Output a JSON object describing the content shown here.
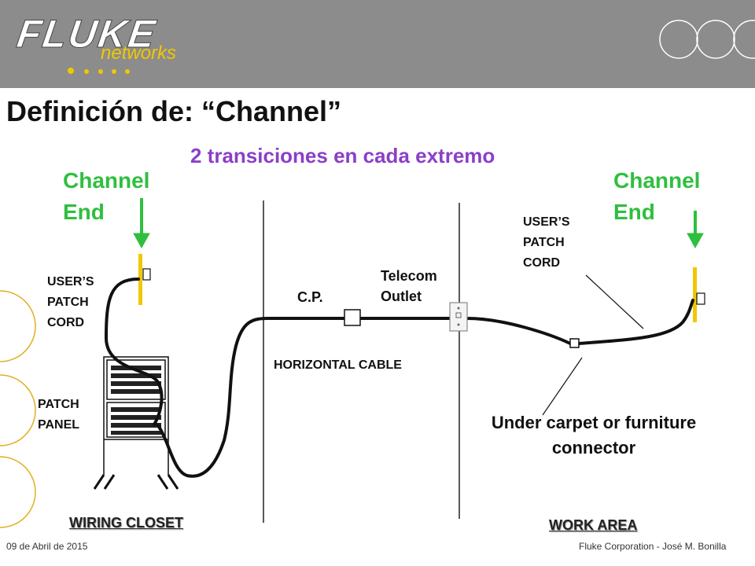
{
  "header": {
    "logo_main": "FLUKE",
    "logo_sub": "networks"
  },
  "title": "Definición de: “Channel”",
  "subtitle": "2 transiciones en cada extremo",
  "labels": {
    "channel_end_left": "Channel End",
    "channel_end_right": "Channel End",
    "users_patch_cord_left": "USER’S PATCH CORD",
    "users_patch_cord_right": "USER’S PATCH CORD",
    "patch_panel": "PATCH PANEL",
    "cp": "C.P.",
    "telecom_outlet": "Telecom Outlet",
    "horizontal_cable": "HORIZONTAL CABLE",
    "under_carpet": "Under carpet or furniture connector",
    "wiring_closet": "WIRING CLOSET",
    "work_area": "WORK AREA"
  },
  "footer": {
    "date": "09 de Abril de 2015",
    "credit": "Fluke Corporation - José M. Bonilla"
  },
  "colors": {
    "header_bg": "#8c8c8c",
    "channel_green": "#2fbf3f",
    "subtitle_purple": "#8a3fc8",
    "plug_yellow": "#f0c800",
    "circle_gold": "#e0b020"
  }
}
